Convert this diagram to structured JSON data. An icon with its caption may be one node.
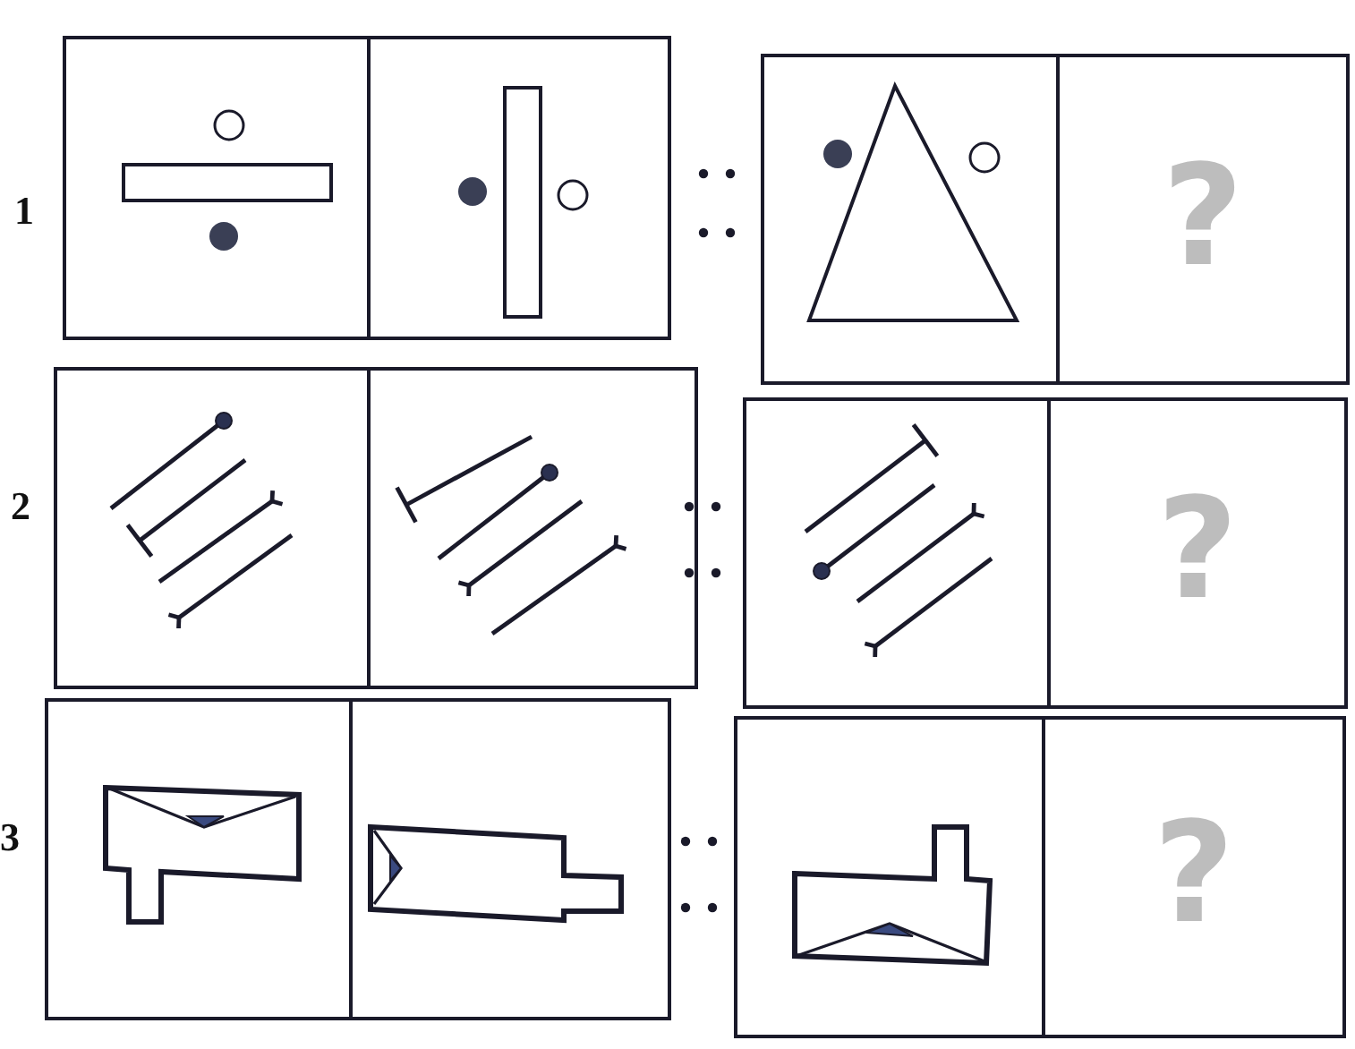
{
  "diagram": {
    "nodes": [
      {
        "text": [],
        "shape": "picture"
      },
      {
        "text": [],
        "shape": "picture"
      },
      {
        "text": [],
        "shape": "picture"
      },
      {
        "text": [
          "?"
        ]
      },
      {
        "text": [],
        "shape": "picture"
      },
      {
        "text": [],
        "shape": "picture"
      },
      {
        "text": [],
        "shape": "picture"
      },
      {
        "text": [
          "?"
        ]
      },
      {
        "text": [],
        "shape": "picture"
      },
      {
        "text": [],
        "shape": "picture"
      },
      {
        "text": [],
        "shape": "picture"
      },
      {
        "text": [
          "?"
        ]
      }
    ],
    "labels": [
      "1",
      "2",
      "3"
    ]
  }
}
